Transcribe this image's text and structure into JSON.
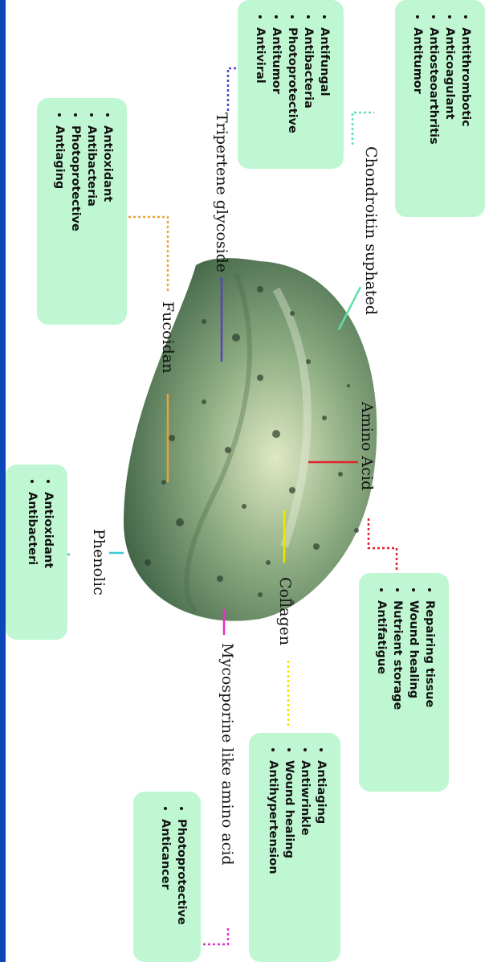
{
  "compounds": [
    {
      "id": "chondroitin",
      "name": "Chondroitin suphated",
      "color": "#5fe0a8",
      "effects": [
        "Antithrombotic",
        "Anticoagulant",
        "Antiosteoarthritis",
        "Antitumor"
      ]
    },
    {
      "id": "amino-acid",
      "name": "Amino Acid",
      "color": "#e0242a",
      "effects": [
        "Repairing tissue",
        "Wound healing",
        "Nutrient storage",
        "Antifatigue"
      ]
    },
    {
      "id": "collagen",
      "name": "Collagen",
      "color": "#f2e600",
      "effects": [
        "Antiaging",
        "Antiwrinkle",
        "Wound healing",
        "Antihypertension"
      ]
    },
    {
      "id": "mycosporine",
      "name": "Mycosporine like amino acid",
      "color": "#e62ec8",
      "effects": [
        "Photoprotective",
        "Anticancer"
      ]
    },
    {
      "id": "triterpene",
      "name": "Tripertene glycoside",
      "color": "#5a3fc4",
      "effects": [
        "Antifungal",
        "Antibacteria",
        "Photoprotective",
        "Antitumor",
        "Antiviral"
      ]
    },
    {
      "id": "fucoidan",
      "name": "Fucoidan",
      "color": "#e9a23a",
      "effects": [
        "Antioxidant",
        "Antibacteria",
        "Photoprotective",
        "Antiaging"
      ]
    },
    {
      "id": "phenolic",
      "name": "Phenolic",
      "color": "#3ec9d6",
      "effects": [
        "Antioxidant",
        "Antibacteri"
      ]
    }
  ]
}
